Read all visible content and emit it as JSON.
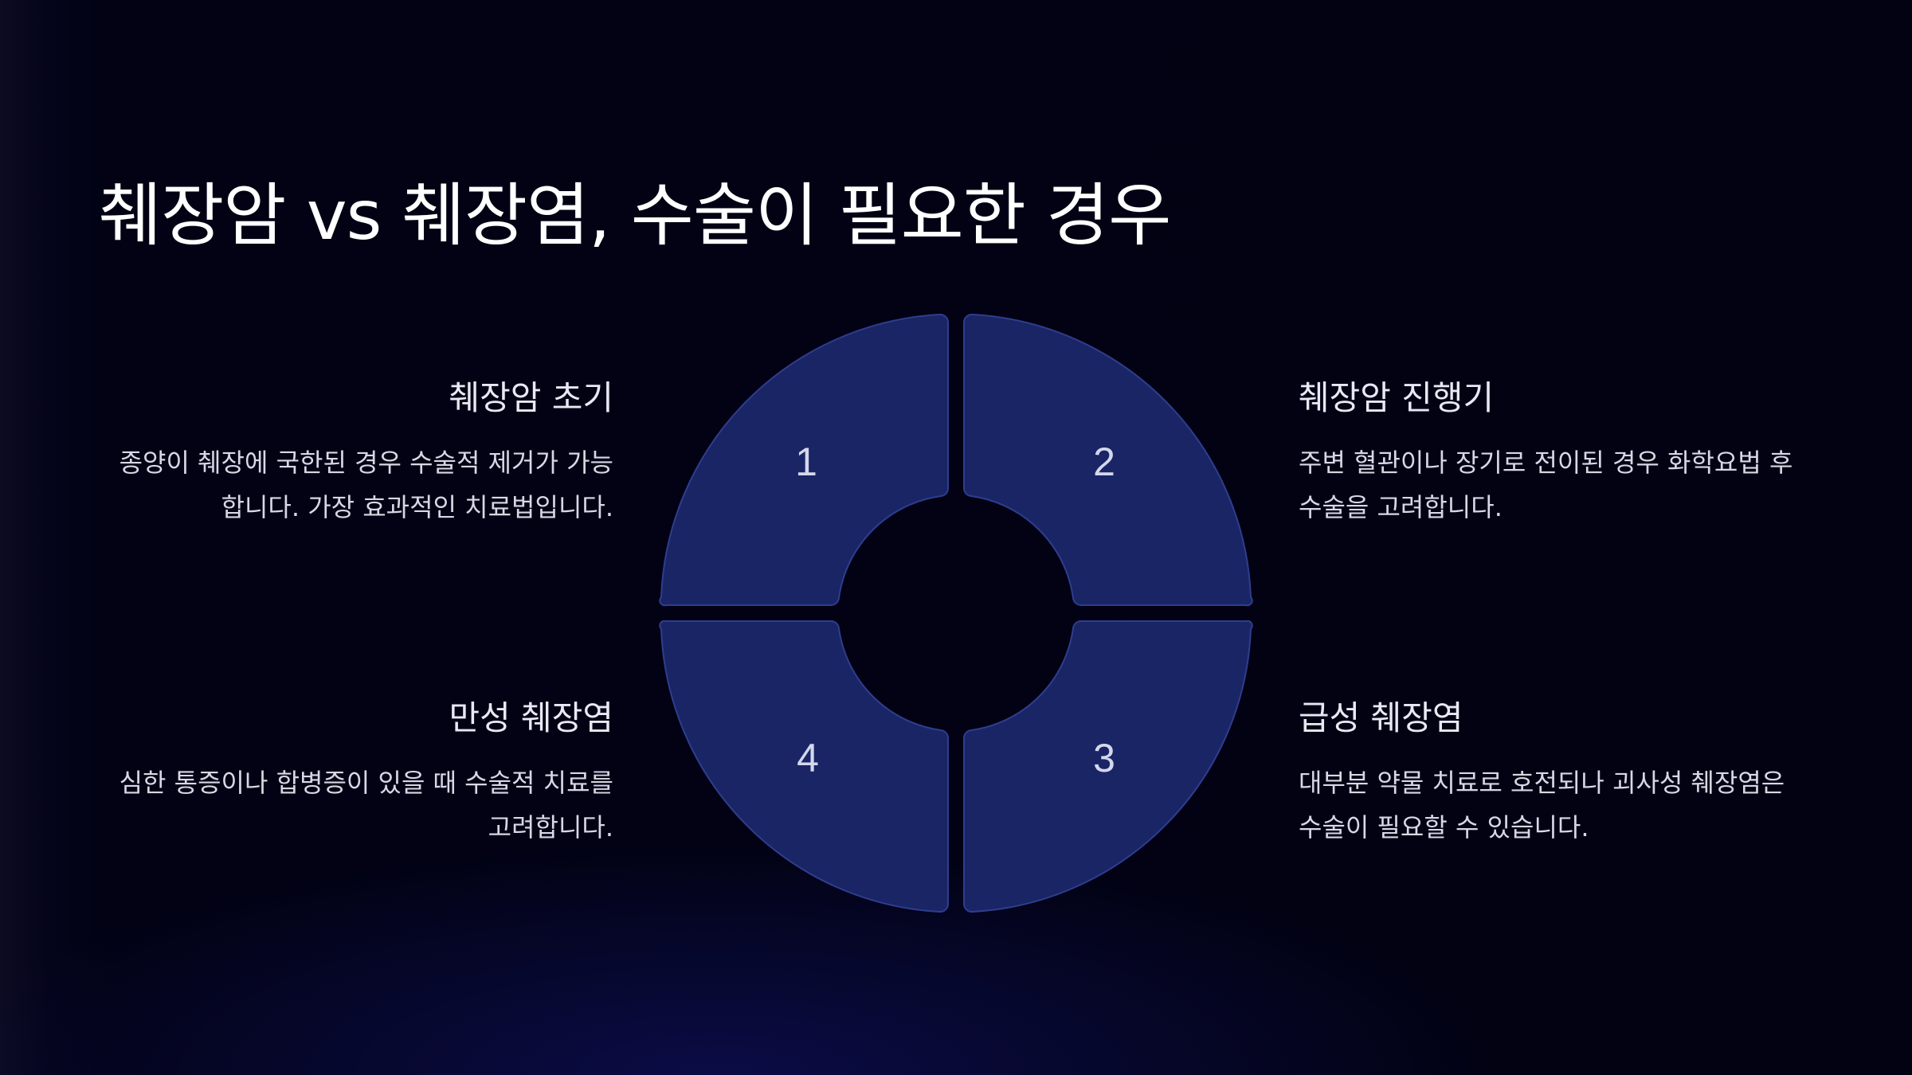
{
  "title": "췌장암 vs 췌장염, 수술이 필요한 경우",
  "segments": [
    {
      "number": "1",
      "heading": "췌장암 초기",
      "text": "종양이 췌장에 국한된 경우 수술적 제거가 가능합니다. 가장 효과적인 치료법입니다."
    },
    {
      "number": "2",
      "heading": "췌장암 진행기",
      "text": "주변 혈관이나 장기로 전이된 경우 화학요법 후 수술을 고려합니다."
    },
    {
      "number": "3",
      "heading": "급성 췌장염",
      "text": "대부분 약물 치료로 호전되나 괴사성 췌장염은 수술이 필요할 수 있습니다."
    },
    {
      "number": "4",
      "heading": "만성 췌장염",
      "text": "심한 통증이나 합병증이 있을 때 수술적 치료를 고려합니다."
    }
  ],
  "colors": {
    "background": "#020213",
    "segment_fill": "#1a2566",
    "segment_stroke": "#2f3d8e",
    "title_text": "#ffffff",
    "body_text": "#d6d8e6"
  }
}
